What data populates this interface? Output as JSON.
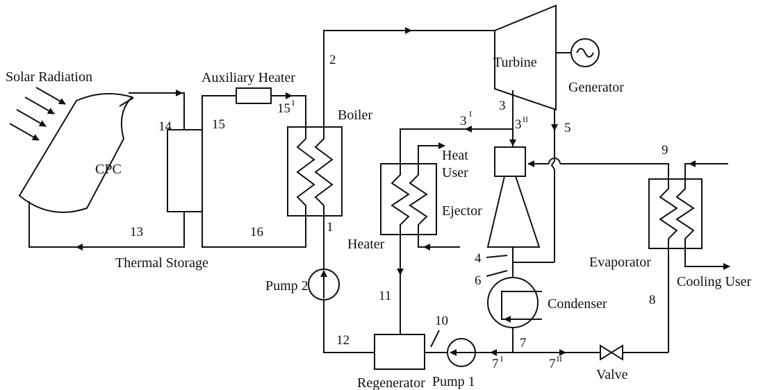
{
  "labels": {
    "solar_radiation": "Solar Radiation",
    "cpc": "CPC",
    "auxiliary_heater": "Auxiliary Heater",
    "thermal_storage": "Thermal Storage",
    "boiler": "Boiler",
    "turbine": "Turbine",
    "generator": "Generator",
    "heat_user_line1": "Heat",
    "heat_user_line2": "User",
    "heater": "Heater",
    "ejector": "Ejector",
    "condenser": "Condenser",
    "evaporator": "Evaporator",
    "cooling_user": "Cooling User",
    "pump1": "Pump 1",
    "pump2": "Pump 2",
    "regenerator": "Regenerator",
    "valve": "Valve"
  },
  "state_points": {
    "p1": "1",
    "p2": "2",
    "p3": "3",
    "p3i": "3",
    "p3i_sup": "I",
    "p3ii": "3",
    "p3ii_sup": "II",
    "p4": "4",
    "p5": "5",
    "p6": "6",
    "p7": "7",
    "p7i": "7",
    "p7i_sup": "I",
    "p7ii": "7",
    "p7ii_sup": "II",
    "p8": "8",
    "p9": "9",
    "p10": "10",
    "p11": "11",
    "p12": "12",
    "p13": "13",
    "p14": "14",
    "p15": "15",
    "p15i": "15",
    "p15i_sup": "I",
    "p16": "16"
  }
}
